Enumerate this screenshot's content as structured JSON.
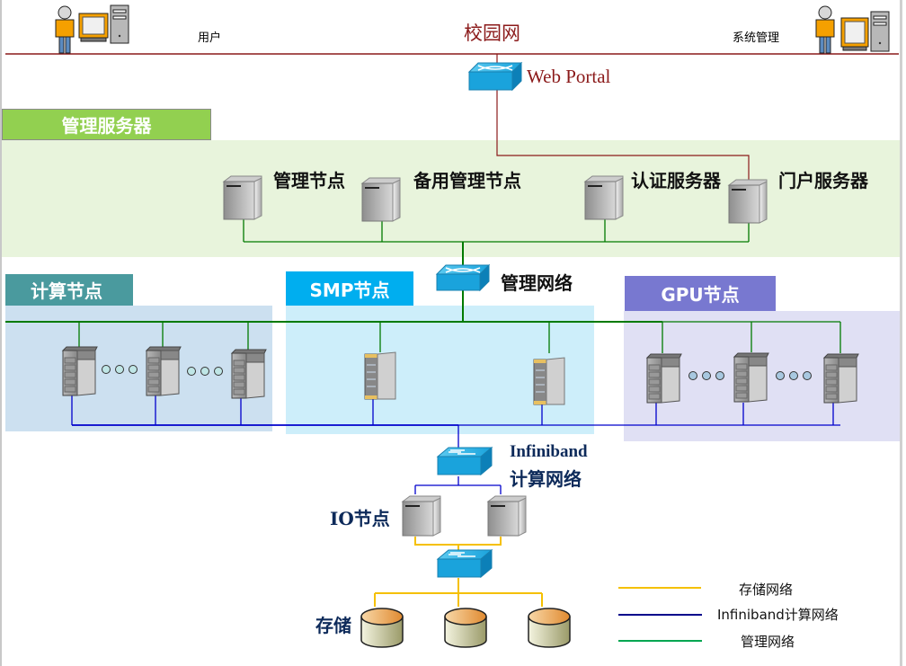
{
  "header": {
    "user_label": "用户",
    "campus_net_label": "校园网",
    "admin_label": "系统管理",
    "web_portal_label": "Web Portal"
  },
  "groups": {
    "mgmt_servers": {
      "title": "管理服务器",
      "nodes": [
        "管理节点",
        "备用管理节点",
        "认证服务器",
        "门户服务器"
      ]
    },
    "mgmt_network_label": "管理网络",
    "compute_nodes": {
      "title": "计算节点"
    },
    "smp_nodes": {
      "title": "SMP节点"
    },
    "gpu_nodes": {
      "title": "GPU节点"
    },
    "infiniband": {
      "line1": "Infiniband",
      "line2": "计算网络"
    },
    "io_nodes": {
      "title": "IO节点"
    },
    "storage": {
      "title": "存储"
    }
  },
  "legend": {
    "items": [
      {
        "label": "存储网络",
        "color": "#f5c000"
      },
      {
        "label": "Infiniband计算网络",
        "color": "#00008b"
      },
      {
        "label": "管理网络",
        "color": "#00a651"
      }
    ]
  },
  "colors": {
    "campus_line": "#8b1a1a",
    "mgmt_line": "#007a00",
    "ib_line": "#0000cc",
    "storage_line": "#f5c000",
    "mgmt_tab": "#92d050",
    "mgmt_bg": "#e8f4dc",
    "compute_tab": "#4a9a9e",
    "compute_bg": "#cce0f0",
    "smp_tab": "#00aeef",
    "smp_bg": "#cdeefa",
    "gpu_tab": "#7878d0",
    "gpu_bg": "#e0e0f4"
  }
}
